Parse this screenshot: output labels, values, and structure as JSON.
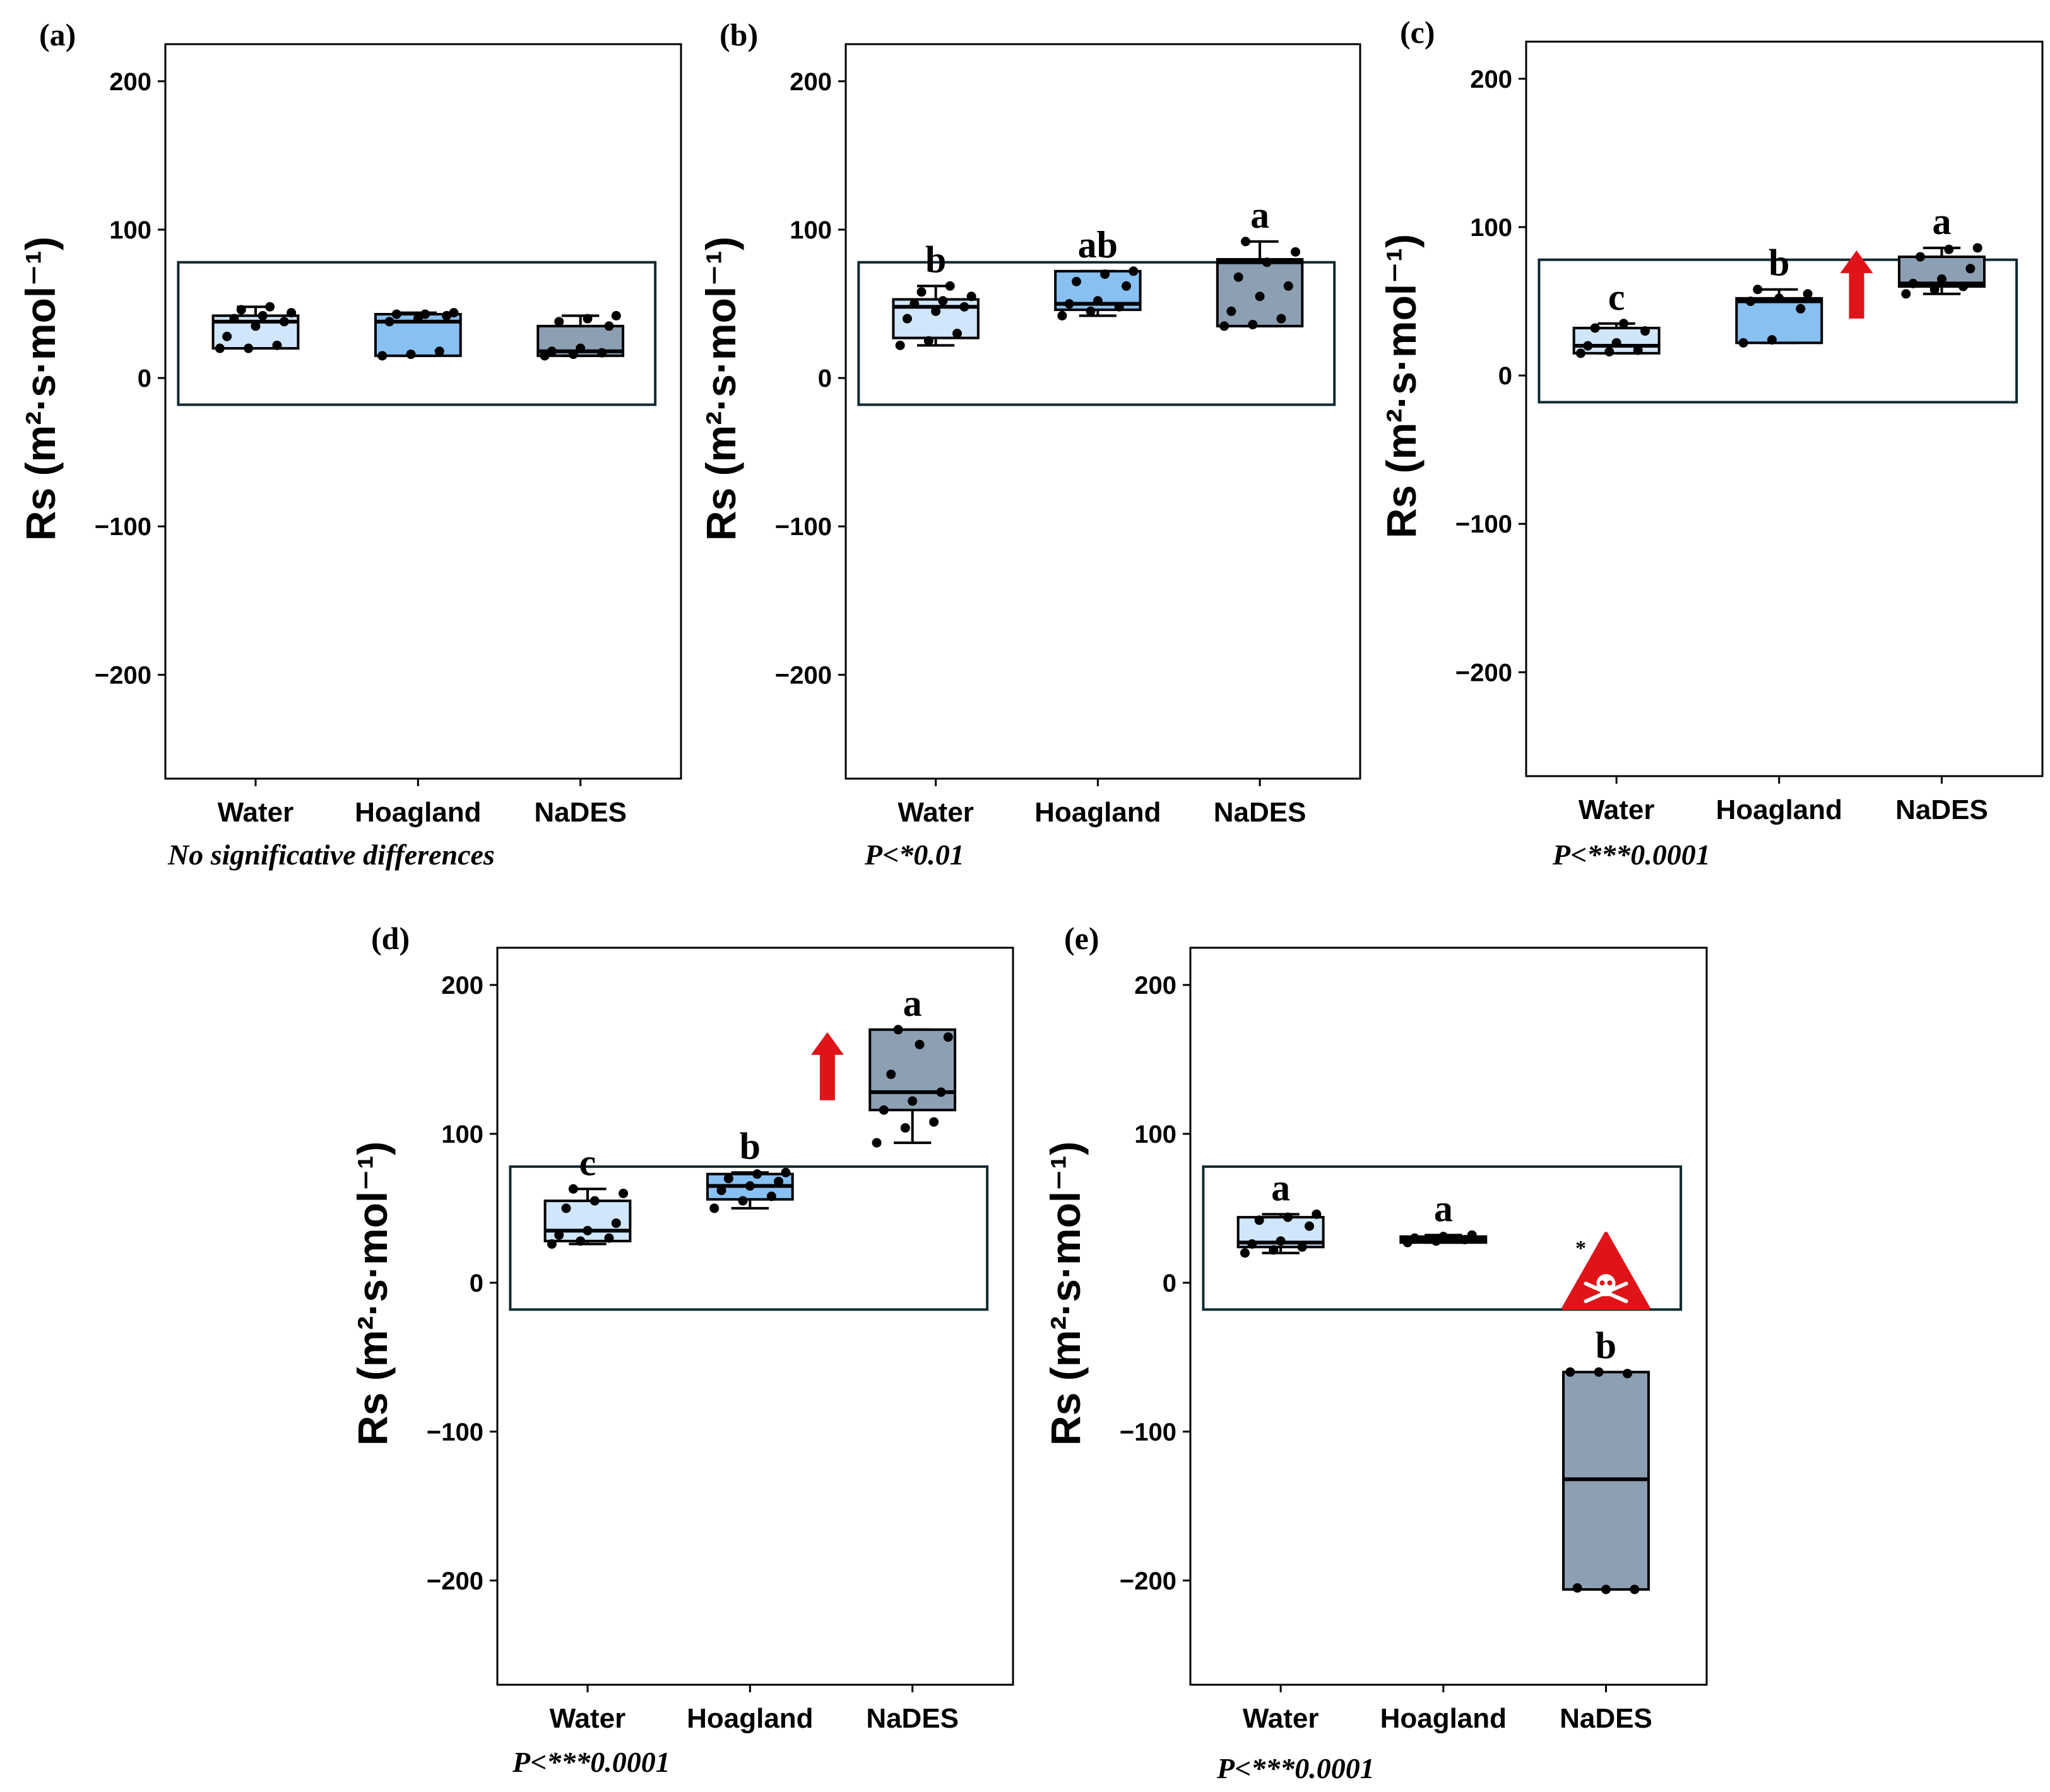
{
  "figure": {
    "colors": {
      "water": "#cfe6fb",
      "hoagland": "#88c0f2",
      "nades": "#8d9fb3",
      "warning_red": "#e01418",
      "reference_box": "#0f2a33"
    }
  },
  "chart_data": [
    {
      "panel_label": "(a)",
      "type": "box",
      "categories": [
        "Water",
        "Hoagland",
        "NaDES"
      ],
      "ylabel": "Rs (m²·s·mol⁻¹)",
      "ylim": [
        -270,
        225
      ],
      "yticks": [
        "200",
        "100",
        "0",
        "−100",
        "−200"
      ],
      "ytick_values": [
        200,
        100,
        0,
        -100,
        -200
      ],
      "reference_band": [
        -18,
        78
      ],
      "boxes": [
        {
          "min": 20,
          "q1": 20,
          "median": 38,
          "q3": 42,
          "max": 48,
          "letter": "",
          "points": [
            20,
            20,
            22,
            28,
            35,
            38,
            40,
            42,
            44,
            46,
            48
          ]
        },
        {
          "min": 15,
          "q1": 15,
          "median": 38,
          "q3": 43,
          "max": 44,
          "letter": "",
          "points": [
            15,
            16,
            18,
            38,
            40,
            42,
            43,
            43,
            44
          ]
        },
        {
          "min": 15,
          "q1": 15,
          "median": 18,
          "q3": 35,
          "max": 42,
          "letter": "",
          "points": [
            15,
            16,
            17,
            18,
            20,
            35,
            38,
            40,
            42
          ]
        }
      ],
      "marker": "none",
      "footnote": "No significative differences"
    },
    {
      "panel_label": "(b)",
      "type": "box",
      "categories": [
        "Water",
        "Hoagland",
        "NaDES"
      ],
      "ylabel": "Rs (m²·s·mol⁻¹)",
      "ylim": [
        -270,
        225
      ],
      "yticks": [
        "200",
        "100",
        "0",
        "−100",
        "−200"
      ],
      "ytick_values": [
        200,
        100,
        0,
        -100,
        -200
      ],
      "reference_band": [
        -18,
        78
      ],
      "boxes": [
        {
          "min": 22,
          "q1": 27,
          "median": 48,
          "q3": 53,
          "max": 62,
          "letter": "b",
          "points": [
            22,
            25,
            30,
            40,
            45,
            48,
            50,
            52,
            55,
            58,
            62
          ]
        },
        {
          "min": 42,
          "q1": 46,
          "median": 50,
          "q3": 72,
          "max": 72,
          "letter": "ab",
          "points": [
            42,
            45,
            48,
            50,
            52,
            62,
            65,
            70,
            72
          ]
        },
        {
          "min": 35,
          "q1": 35,
          "median": 78,
          "q3": 80,
          "max": 92,
          "letter": "a",
          "points": [
            35,
            36,
            40,
            45,
            55,
            62,
            68,
            78,
            85,
            92
          ]
        }
      ],
      "marker": "none",
      "footnote": "P<*0.01"
    },
    {
      "panel_label": "(c)",
      "type": "box",
      "categories": [
        "Water",
        "Hoagland",
        "NaDES"
      ],
      "ylabel": "Rs (m²·s·mol⁻¹)",
      "ylim": [
        -270,
        225
      ],
      "yticks": [
        "200",
        "100",
        "0",
        "−100",
        "−200"
      ],
      "ytick_values": [
        200,
        100,
        0,
        -100,
        -200
      ],
      "reference_band": [
        -18,
        78
      ],
      "boxes": [
        {
          "min": 15,
          "q1": 15,
          "median": 20,
          "q3": 32,
          "max": 35,
          "letter": "c",
          "points": [
            15,
            16,
            17,
            20,
            22,
            30,
            32,
            35
          ]
        },
        {
          "min": 22,
          "q1": 22,
          "median": 50,
          "q3": 52,
          "max": 58,
          "letter": "b",
          "points": [
            22,
            24,
            45,
            50,
            52,
            55,
            58
          ]
        },
        {
          "min": 55,
          "q1": 60,
          "median": 62,
          "q3": 80,
          "max": 86,
          "letter": "a",
          "points": [
            55,
            58,
            60,
            62,
            65,
            72,
            80,
            85,
            86
          ]
        }
      ],
      "marker": "arrow-up",
      "footnote": "P<***0.0001"
    },
    {
      "panel_label": "(d)",
      "type": "box",
      "categories": [
        "Water",
        "Hoagland",
        "NaDES"
      ],
      "ylabel": "Rs (m²·s·mol⁻¹)",
      "ylim": [
        -270,
        225
      ],
      "yticks": [
        "200",
        "100",
        "0",
        "−100",
        "−200"
      ],
      "ytick_values": [
        200,
        100,
        0,
        -100,
        -200
      ],
      "reference_band": [
        -18,
        78
      ],
      "boxes": [
        {
          "min": 26,
          "q1": 28,
          "median": 35,
          "q3": 55,
          "max": 63,
          "letter": "c",
          "points": [
            26,
            28,
            30,
            32,
            35,
            40,
            50,
            55,
            60,
            63
          ]
        },
        {
          "min": 50,
          "q1": 56,
          "median": 65,
          "q3": 73,
          "max": 74,
          "letter": "b",
          "points": [
            50,
            55,
            58,
            62,
            65,
            68,
            70,
            73,
            74
          ]
        },
        {
          "min": 94,
          "q1": 116,
          "median": 128,
          "q3": 170,
          "max": 170,
          "letter": "a",
          "points": [
            94,
            104,
            108,
            116,
            122,
            128,
            140,
            160,
            165,
            170
          ]
        }
      ],
      "marker": "arrow-up",
      "footnote": "P<***0.0001"
    },
    {
      "panel_label": "(e)",
      "type": "box",
      "categories": [
        "Water",
        "Hoagland",
        "NaDES"
      ],
      "ylabel": "Rs (m²·s·mol⁻¹)",
      "ylim": [
        -270,
        225
      ],
      "yticks": [
        "200",
        "100",
        "0",
        "−100",
        "−200"
      ],
      "ytick_values": [
        200,
        100,
        0,
        -100,
        -200
      ],
      "reference_band": [
        -18,
        78
      ],
      "boxes": [
        {
          "min": 20,
          "q1": 24,
          "median": 27,
          "q3": 44,
          "max": 46,
          "letter": "a",
          "points": [
            20,
            22,
            24,
            26,
            28,
            38,
            42,
            44,
            46
          ]
        },
        {
          "min": 27,
          "q1": 27,
          "median": 29,
          "q3": 31,
          "max": 32,
          "letter": "a",
          "points": [
            27,
            28,
            29,
            30,
            31,
            32
          ]
        },
        {
          "min": -206,
          "q1": -206,
          "median": -132,
          "q3": -60,
          "max": -60,
          "letter": "b",
          "points": [
            -60,
            -60,
            -61,
            -205,
            -206,
            -206
          ]
        }
      ],
      "marker": "toxic",
      "marker_text": "*",
      "footnote": "P<***0.0001"
    }
  ]
}
